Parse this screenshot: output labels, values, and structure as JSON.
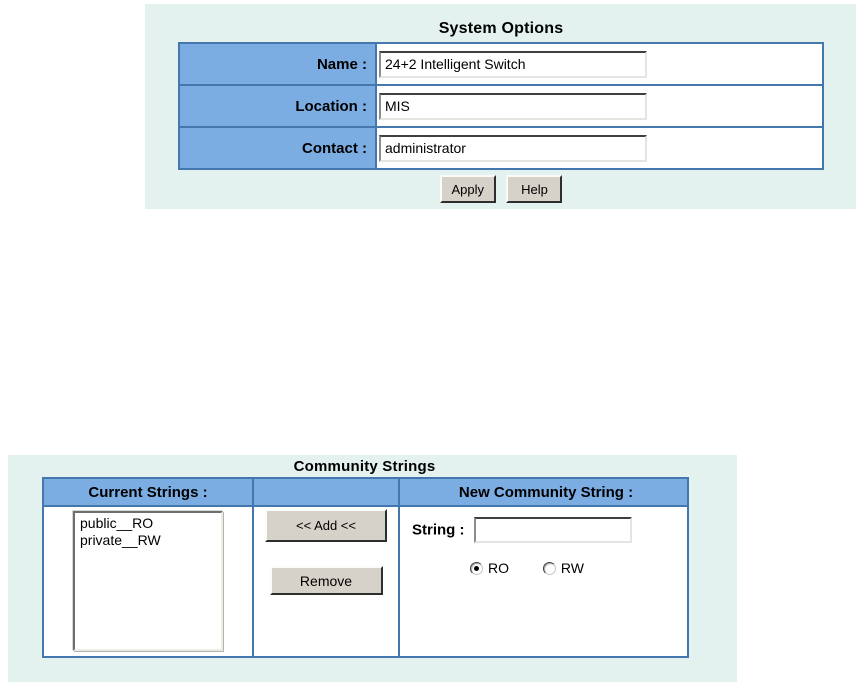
{
  "colors": {
    "panel_bg": "#E3F1EF",
    "header_blue": "#7BADE2",
    "table_border": "#4377AD",
    "button_face": "#D6D2C9"
  },
  "system_options": {
    "title": "System Options",
    "fields": [
      {
        "label": "Name :",
        "value": "24+2 Intelligent Switch"
      },
      {
        "label": "Location :",
        "value": "MIS"
      },
      {
        "label": "Contact :",
        "value": "administrator"
      }
    ],
    "buttons": {
      "apply": "Apply",
      "help": "Help"
    }
  },
  "community_strings": {
    "title": "Community Strings",
    "headers": [
      "Current Strings :",
      "",
      "New Community String :"
    ],
    "current_strings": [
      "public__RO",
      "private__RW"
    ],
    "buttons": {
      "add": "<< Add <<",
      "remove": "Remove"
    },
    "new_string": {
      "label": "String :",
      "value": "",
      "access_options": [
        {
          "label": "RO",
          "selected": true
        },
        {
          "label": "RW",
          "selected": false
        }
      ]
    }
  }
}
